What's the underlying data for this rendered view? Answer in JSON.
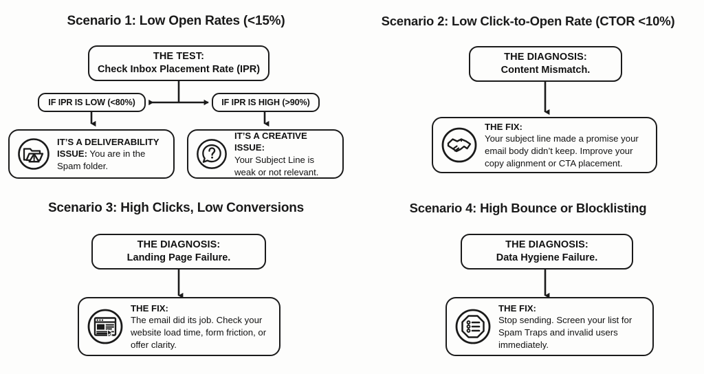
{
  "page": {
    "background_color": "#fdfdfc",
    "ink_color": "#1a1a1a"
  },
  "scenarios": [
    {
      "title": "Scenario 1: Low Open Rates (<15%)",
      "root": {
        "lead": "THE TEST:",
        "sub": "Check Inbox Placement Rate (IPR)"
      },
      "branches": [
        {
          "label": "IF IPR IS LOW (<80%)"
        },
        {
          "label": "IF IPR IS HIGH (>90%)"
        }
      ],
      "outcomes": [
        {
          "icon": "folder-warning-icon",
          "headline": "IT’S A DELIVERABILITY ISSUE:",
          "body": " You are in the Spam folder."
        },
        {
          "icon": "question-bubble-icon",
          "headline": "IT’S A CREATIVE ISSUE:",
          "body": "Your Subject Line is weak or not relevant."
        }
      ]
    },
    {
      "title": "Scenario 2: Low Click-to-Open Rate (CTOR <10%)",
      "root": {
        "lead": "THE DIAGNOSIS:",
        "sub": "Content Mismatch."
      },
      "fix": {
        "icon": "handshake-icon",
        "headline": "THE FIX:",
        "body": "Your subject line made a promise your email body didn’t keep. Improve your copy alignment or CTA placement."
      }
    },
    {
      "title": "Scenario 3: High Clicks, Low Conversions",
      "root": {
        "lead": "THE DIAGNOSIS:",
        "sub": "Landing Page Failure."
      },
      "fix": {
        "icon": "browser-window-icon",
        "headline": "THE FIX:",
        "body": "The email did its job. Check your website load time, form friction, or offer clarity."
      }
    },
    {
      "title": "Scenario 4: High Bounce or Blocklisting",
      "root": {
        "lead": "THE DIAGNOSIS:",
        "sub": "Data Hygiene Failure."
      },
      "fix": {
        "icon": "checklist-octagon-icon",
        "headline": "THE FIX:",
        "body": "Stop sending. Screen your list for Spam Traps and invalid users immediately."
      }
    }
  ]
}
